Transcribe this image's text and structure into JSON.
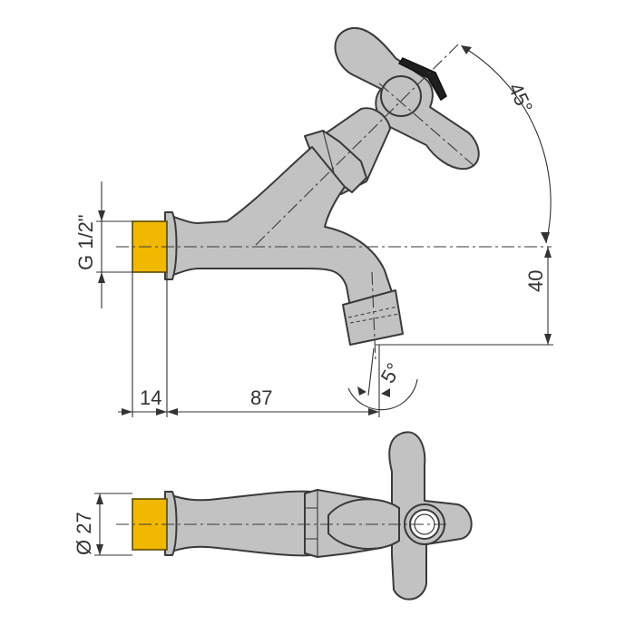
{
  "drawing": {
    "side_view": {
      "dimensions": {
        "thread_size": "G 1/2\"",
        "thread_length": "14",
        "body_length": "87",
        "spout_height": "40",
        "handle_angle": "45°",
        "spout_angle": "5°"
      }
    },
    "bottom_view": {
      "dimensions": {
        "diameter": "Ø 27"
      }
    },
    "colors": {
      "body": "#c2c2c2",
      "thread": "#f1b800",
      "outline": "#3a3a3a"
    }
  }
}
